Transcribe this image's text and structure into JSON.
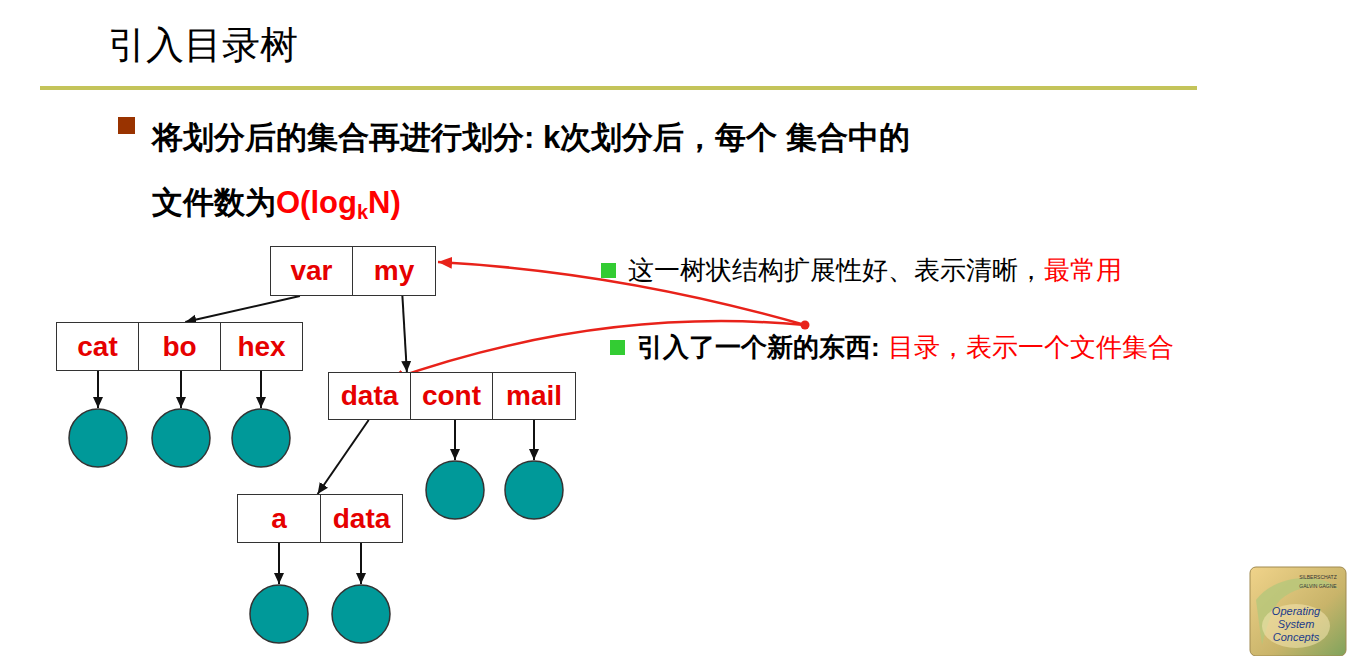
{
  "diagram": {
    "title": "引入目录树",
    "nodes": [
      {
        "text": [
          "var"
        ]
      },
      {
        "text": [
          "my"
        ]
      },
      {
        "text": [
          "cat"
        ]
      },
      {
        "text": [
          "bo"
        ]
      },
      {
        "text": [
          "hex"
        ]
      },
      {
        "text": [
          "data"
        ]
      },
      {
        "text": [
          "cont"
        ]
      },
      {
        "text": [
          "mail"
        ]
      },
      {
        "text": [
          "a"
        ]
      },
      {
        "text": [
          "data"
        ]
      }
    ],
    "edges": [
      {
        "from": 0,
        "to": 3,
        "arrow": "to"
      },
      {
        "from": 1,
        "to": 5,
        "arrow": "to"
      },
      {
        "from": 5,
        "to": 8,
        "arrow": "to"
      }
    ],
    "labels": [
      "将划分后的集合再进行划分: k次划分后，每个 集合中的文件数为",
      "O(log",
      "k",
      "N)",
      "这一树状结构扩展性好、表示清晰，",
      "最常用",
      "引入了一个新的东西:",
      "目录，表示一个文件集合",
      "Operating System Concepts",
      "SILBERSCHATZ GALVIN GAGNE"
    ]
  }
}
